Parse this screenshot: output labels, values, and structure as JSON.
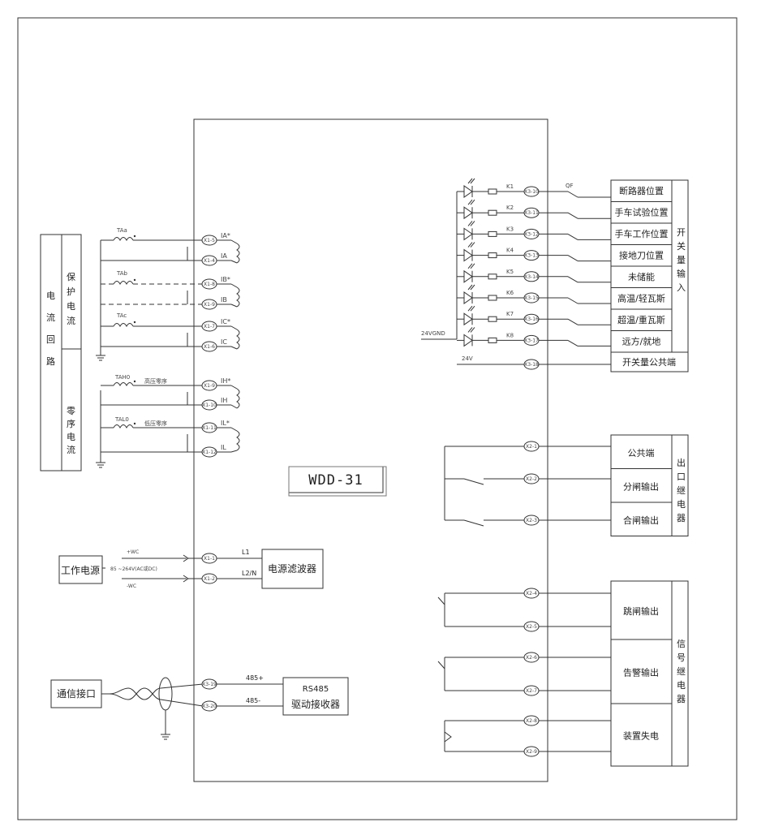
{
  "device_label": "WDD-31",
  "current_loop": {
    "outer_label": "电流回路",
    "protect_label": "保护电流",
    "zero_label": "零序电流",
    "ct_labels": [
      "TAa",
      "TAb",
      "TAc",
      "TAH0",
      "TAL0"
    ],
    "zero_notes": [
      "高压零序",
      "低压零序"
    ],
    "terminals": [
      {
        "name": "IA*",
        "code": "X1-5"
      },
      {
        "name": "IA",
        "code": "X1-4"
      },
      {
        "name": "IB*",
        "code": "X1-8"
      },
      {
        "name": "IB",
        "code": "X1-9"
      },
      {
        "name": "IC*",
        "code": "X1-7"
      },
      {
        "name": "IC",
        "code": "X1-6"
      },
      {
        "name": "IH*",
        "code": "X1-9"
      },
      {
        "name": "IH",
        "code": "X1-10"
      },
      {
        "name": "IL*",
        "code": "X1-11"
      },
      {
        "name": "IL",
        "code": "X1-12"
      }
    ]
  },
  "power": {
    "label": "工作电源",
    "plus": "+WC",
    "range": "85 ~264V(AC或DC)",
    "minus": "-WC",
    "l1": "L1",
    "l2": "L2/N",
    "filter": "电源滤波器",
    "terminals": [
      "X1-1",
      "X1-2"
    ]
  },
  "comm": {
    "label": "通信接口",
    "p": "485+",
    "n": "485-",
    "rs1": "RS485",
    "rs2": "驱动接收器",
    "terminals": [
      "X3-19",
      "X3-20"
    ]
  },
  "switch_inputs": {
    "group": "开关量输入",
    "gnd": "24VGND",
    "v24": "24V",
    "qf": "QF",
    "common": "开关量公共端",
    "common_term": "X3-18",
    "items": [
      {
        "k": "K1",
        "label": "断路器位置",
        "term": "X3-10"
      },
      {
        "k": "K2",
        "label": "手车试验位置",
        "term": "X3-11"
      },
      {
        "k": "K3",
        "label": "手车工作位置",
        "term": "X3-12"
      },
      {
        "k": "K4",
        "label": "接地刀位置",
        "term": "X3-13"
      },
      {
        "k": "K5",
        "label": "未储能",
        "term": "X3-14"
      },
      {
        "k": "K6",
        "label": "高温/轻瓦斯",
        "term": "X3-15"
      },
      {
        "k": "K7",
        "label": "超温/重瓦斯",
        "term": "X3-16"
      },
      {
        "k": "K8",
        "label": "远方/就地",
        "term": "X3-17"
      }
    ]
  },
  "exit_relay": {
    "group": "出口继电器",
    "items": [
      {
        "label": "公共端",
        "term": "X2-1"
      },
      {
        "label": "分闸输出",
        "term": "X2-2"
      },
      {
        "label": "合闸输出",
        "term": "X2-3"
      }
    ]
  },
  "signal_relay": {
    "group": "信号继电器",
    "items": [
      {
        "label": "跳闸输出",
        "terms": [
          "X2-4",
          "X2-5"
        ]
      },
      {
        "label": "告警输出",
        "terms": [
          "X2-6",
          "X2-7"
        ]
      },
      {
        "label": "装置失电",
        "terms": [
          "X2-8",
          "X2-9"
        ]
      }
    ]
  }
}
